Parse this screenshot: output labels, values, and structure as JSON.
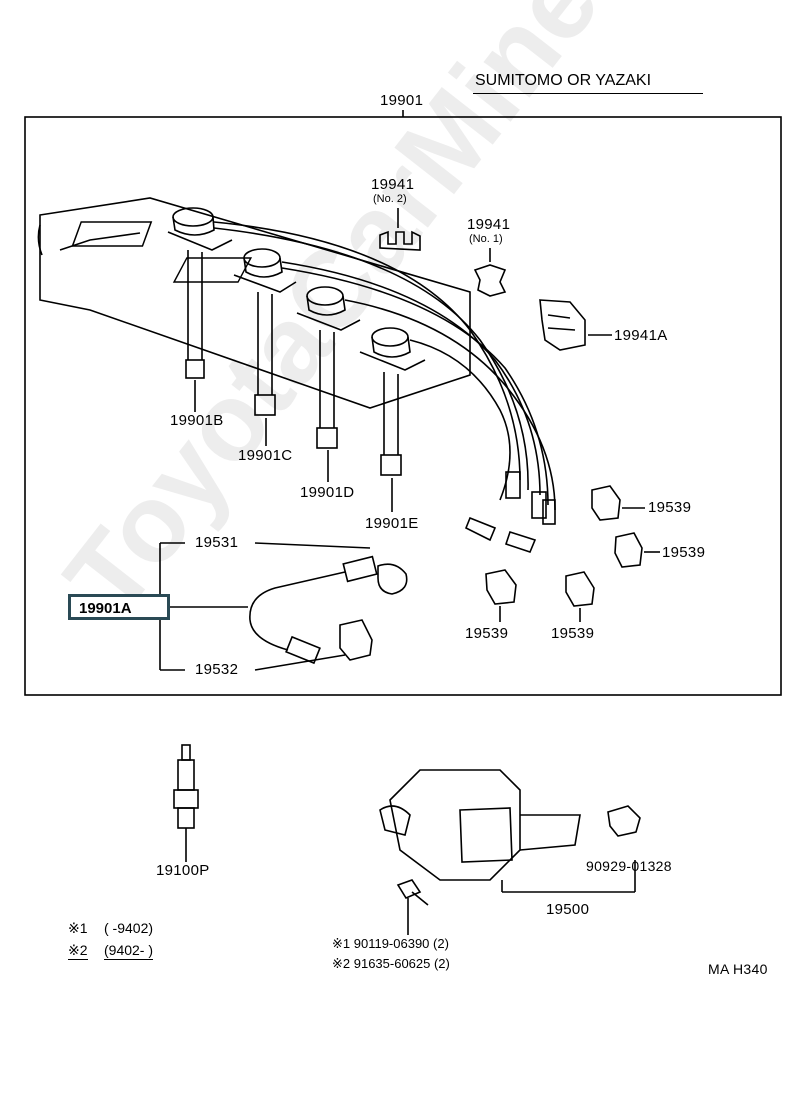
{
  "header": {
    "supplier": "SUMITOMO OR YAZAKI",
    "assembly_part": "19901"
  },
  "highlight": {
    "part_number": "19901A"
  },
  "parts": {
    "clamp_no2": {
      "number": "19941",
      "sub": "(No. 2)"
    },
    "clamp_no1": {
      "number": "19941",
      "sub": "(No. 1)"
    },
    "clamp_a": "19941A",
    "cord_b": "19901B",
    "cord_c": "19901C",
    "cord_d": "19901D",
    "cord_e": "19901E",
    "cap_1": "19539",
    "cap_2": "19539",
    "cap_3": "19539",
    "cap_4": "19539",
    "boot_upper": "19531",
    "boot_lower": "19532",
    "spark_plug": "19100P",
    "clamp_bracket": "90929-01328",
    "ignition_coil": "19500"
  },
  "notes": {
    "mark1_sym": "※1",
    "mark1_text": "(        -9402)",
    "mark2_sym": "※2",
    "mark2_text": "(9402-        )",
    "bolt1": "※1 90119-06390 (2)",
    "bolt2": "※2 91635-60625 (2)"
  },
  "figure_code": "MA H340",
  "watermark": "ToyotaCarMine.ru"
}
